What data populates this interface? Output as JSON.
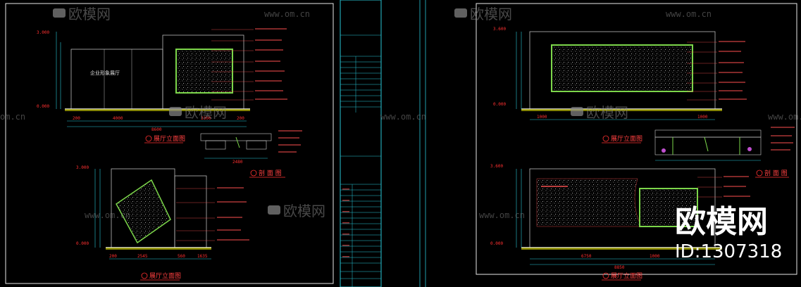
{
  "watermark": {
    "brand": "欧模网",
    "url": "www.om.cn",
    "url_short": "om.cn"
  },
  "logo": {
    "big": "欧模网",
    "id": "ID:1307318"
  },
  "drawings": {
    "elevation_a_title": "展厅立面图",
    "elevation_b_title": "展厅立面图",
    "elevation_c_title": "展厅立面图",
    "elevation_d_title": "展厅立面图",
    "section_title": "剖 面 图",
    "section_title_2": "剖 面 图",
    "room_label": "企业形象展厅",
    "levels_left": [
      "3.000",
      "0.000"
    ],
    "levels_left_b": [
      "3.000",
      "0.000"
    ],
    "levels_right": [
      "3.600",
      "0.000"
    ],
    "levels_right_b": [
      "3.600",
      "0.000"
    ],
    "dims_a": [
      "200",
      "4000",
      "3300",
      "200"
    ],
    "dims_a_total": "8600",
    "dims_b": [
      "200",
      "2545",
      "560",
      "1635"
    ],
    "dims_c": [
      "1000",
      "1000"
    ],
    "dims_d": [
      "6750",
      "1000"
    ],
    "dims_d_total": "8850",
    "dims_section": "2480"
  },
  "colors": {
    "frame": "#e8e8e8",
    "cyan": "#27c6d6",
    "green": "#7cd64a",
    "red": "#ff3030",
    "yellow": "#d8d800"
  }
}
